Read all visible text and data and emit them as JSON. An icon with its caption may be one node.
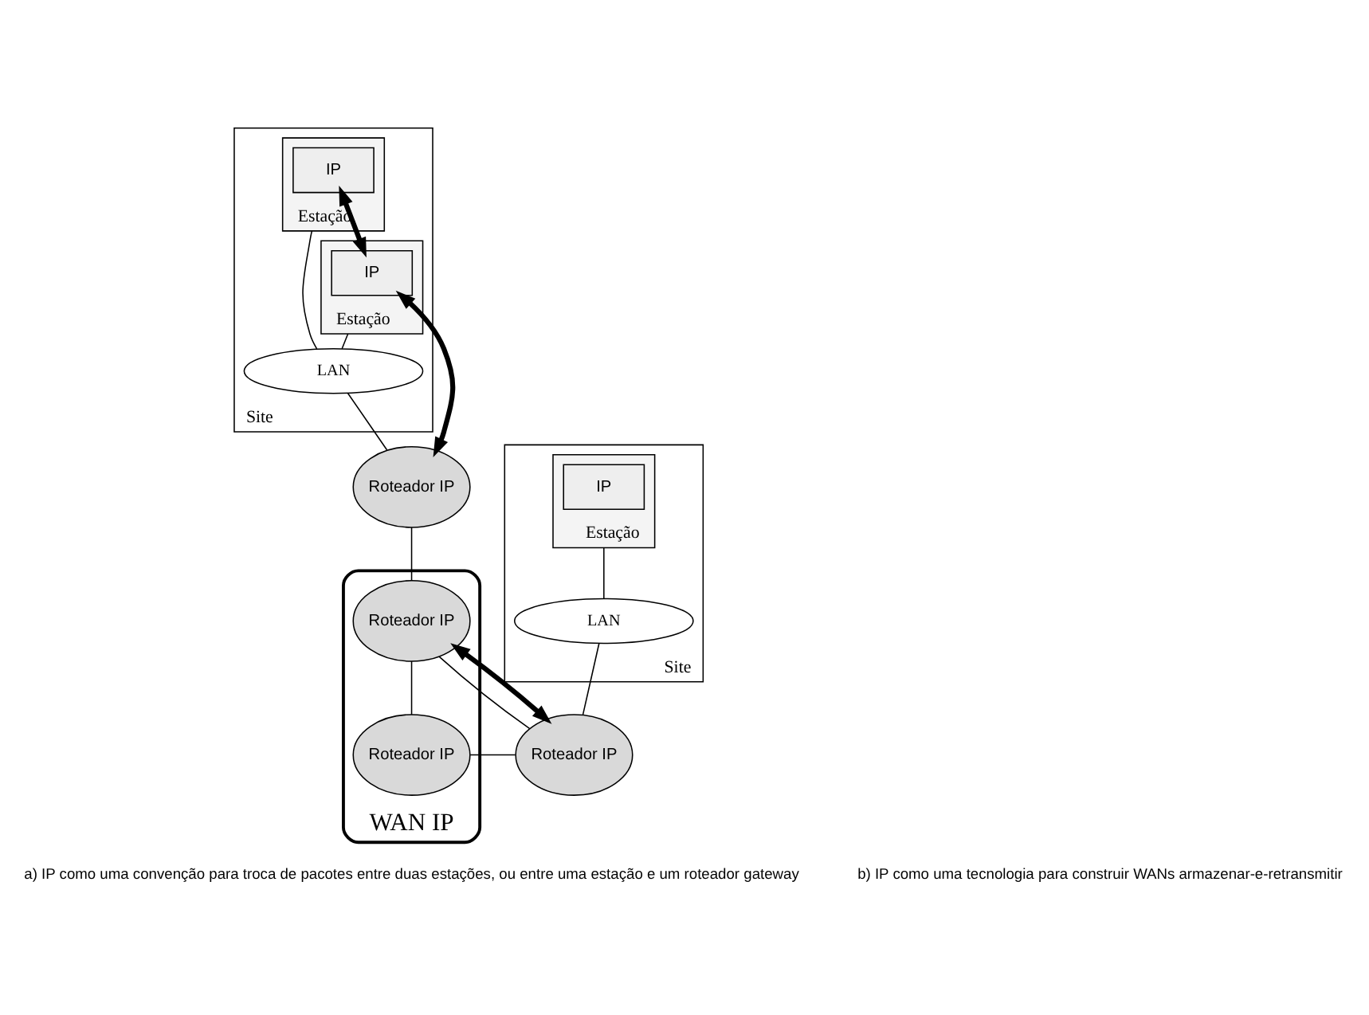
{
  "diagram": {
    "nodes": [
      {
        "text": [
          "Site"
        ]
      },
      {
        "text": [
          "Estação"
        ],
        "in": 0
      },
      {
        "text": [
          "IP"
        ],
        "in": 1
      },
      {
        "text": [
          "Estação"
        ],
        "in": 0
      },
      {
        "text": [
          "IP"
        ],
        "in": 3
      },
      {
        "text": [
          "LAN"
        ],
        "in": 0
      },
      {
        "text": [
          "Roteador IP"
        ]
      },
      {
        "text": [
          "WAN IP"
        ]
      },
      {
        "text": [
          "Roteador IP"
        ],
        "in": 7
      },
      {
        "text": [
          "Site"
        ]
      },
      {
        "text": [
          "Estação"
        ],
        "in": 9
      },
      {
        "text": [
          "IP"
        ],
        "in": 10
      },
      {
        "text": [
          "LAN"
        ],
        "in": 9
      },
      {
        "text": [
          "Roteador IP"
        ]
      },
      {
        "text": [
          "Roteador IP"
        ],
        "in": 7
      }
    ],
    "edges": [
      {
        "from": 2,
        "to": 4,
        "arrow": "both",
        "style": "thick"
      },
      {
        "from": 4,
        "to": 6,
        "arrow": "both",
        "style": "thick"
      },
      {
        "from": 1,
        "to": 5,
        "arrow": "none"
      },
      {
        "from": 3,
        "to": 5,
        "arrow": "none"
      },
      {
        "from": 5,
        "to": 6,
        "arrow": "none"
      },
      {
        "from": 6,
        "to": 8,
        "arrow": "none"
      },
      {
        "from": 8,
        "to": 13,
        "arrow": "none"
      },
      {
        "from": 13,
        "to": 8,
        "arrow": "both",
        "style": "thick"
      },
      {
        "from": 8,
        "to": 14,
        "arrow": "none"
      },
      {
        "from": 13,
        "to": 14,
        "arrow": "none"
      },
      {
        "from": 10,
        "to": 12,
        "arrow": "none"
      },
      {
        "from": 12,
        "to": 13,
        "arrow": "none"
      }
    ],
    "labels": [
      "a) IP como uma convenção para troca de pacotes entre duas estações, ou entre uma estação e um roteador gateway",
      "b) IP como uma tecnologia para construir WANs armazenar-e-retransmitir"
    ]
  }
}
